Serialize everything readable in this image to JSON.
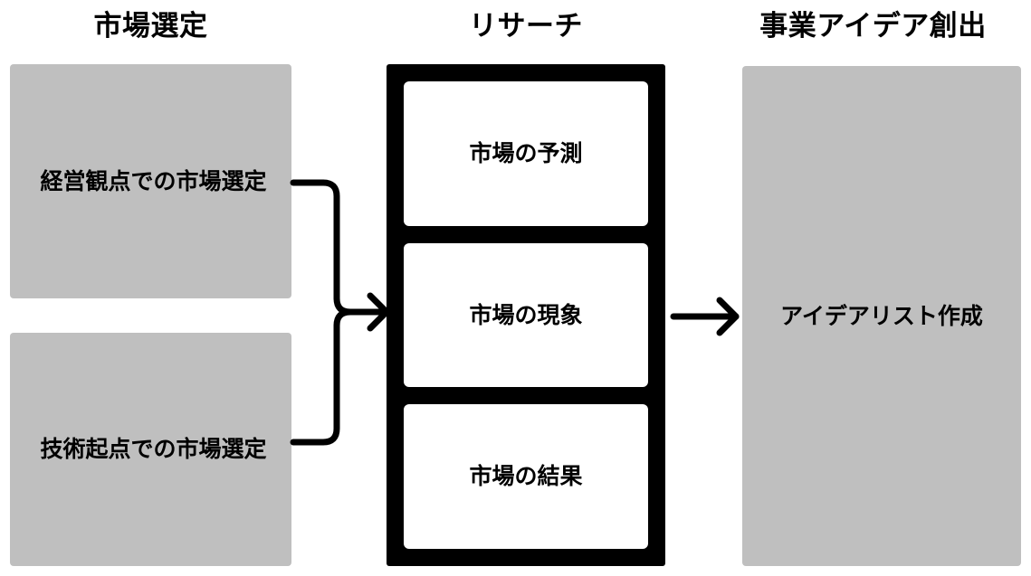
{
  "diagram": {
    "title_row": {
      "market_selection": "市場選定",
      "research": "リサーチ",
      "idea_generation": "事業アイデア創出"
    },
    "market_selection_column": {
      "header": "市場選定",
      "cards": [
        {
          "label": "経営観点での市場選定"
        },
        {
          "label": "技術起点での市場選定"
        }
      ]
    },
    "research_column": {
      "header": "リサーチ",
      "items": [
        {
          "label": "市場の予測"
        },
        {
          "label": "市場の現象"
        },
        {
          "label": "市場の結果"
        }
      ]
    },
    "idea_column": {
      "header": "事業アイデア創出",
      "cards": [
        {
          "label": "アイデアリスト作成"
        }
      ]
    },
    "connectors": [
      {
        "name": "merge-arrow",
        "from": [
          "経営観点での市場選定",
          "技術起点での市場選定"
        ],
        "to": "リサーチ",
        "style": "merge-elbow-arrow"
      },
      {
        "name": "research-to-idea-arrow",
        "from": "リサーチ",
        "to": "アイデアリスト作成",
        "style": "straight-arrow"
      }
    ],
    "colors": {
      "card_fill": "#BFBFBF",
      "container_fill": "#000000",
      "item_fill": "#FFFFFF",
      "text": "#000000",
      "background": "#FFFFFF",
      "connector": "#000000"
    }
  }
}
